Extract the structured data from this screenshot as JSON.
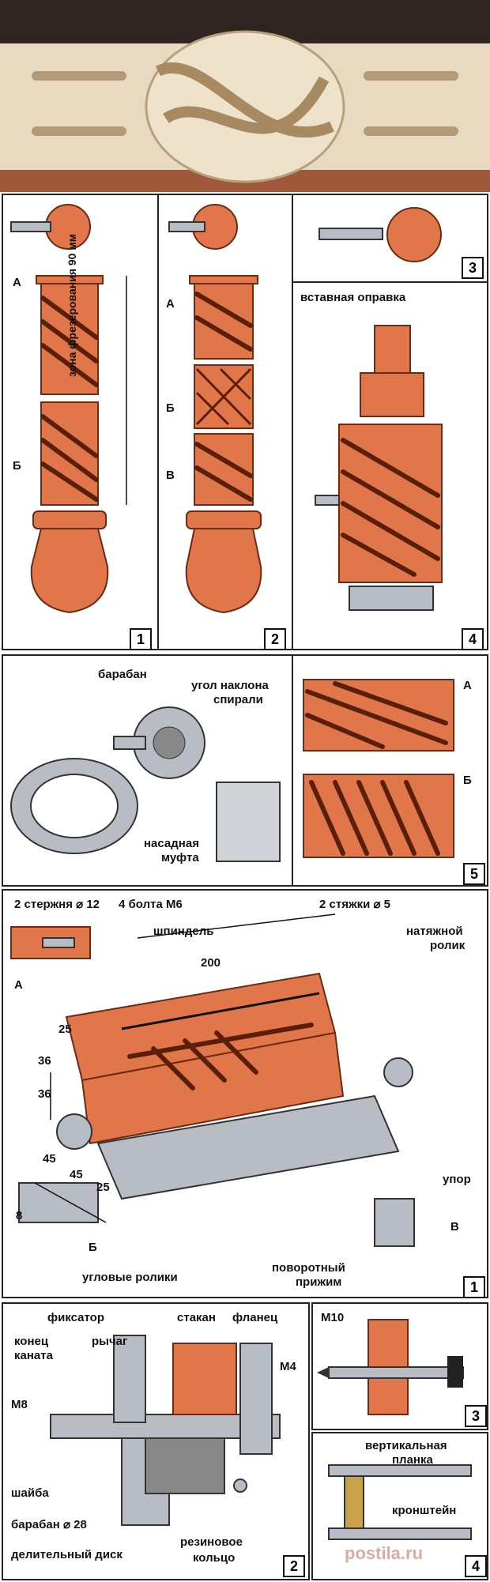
{
  "photo": {
    "caption": ""
  },
  "panel1": {
    "label_a": "А",
    "label_b": "Б",
    "zone": "зона фрезерования 90 мм",
    "num": "1"
  },
  "panel2": {
    "label_a": "А",
    "label_b": "Б",
    "label_v": "В",
    "num": "2"
  },
  "panel3": {
    "num": "3"
  },
  "panel4": {
    "title": "вставная оправка",
    "num": "4"
  },
  "panel5": {
    "baraban": "барабан",
    "ugol1": "угол наклона",
    "ugol2": "спирали",
    "nasad1": "насадная",
    "nasad2": "муфта",
    "label_a": "А",
    "label_b": "Б",
    "num": "5"
  },
  "machine": {
    "rods": "2 стержня ⌀ 12",
    "bolts": "4 болта М6",
    "ties": "2 стяжки ⌀ 5",
    "spindle": "шпиндель",
    "dim200": "200",
    "tension1": "натяжной",
    "tension2": "ролик",
    "dim25a": "25",
    "dim36a": "36",
    "dim36b": "36",
    "dim45a": "45",
    "dim45b": "45",
    "dim25b": "25",
    "dim8": "8",
    "label_a": "А",
    "label_b": "Б",
    "label_v": "В",
    "stop": "упор",
    "angle_rollers": "угловые ролики",
    "swivel1": "поворотный",
    "swivel2": "прижим",
    "num": "1"
  },
  "detail2": {
    "fixator": "фиксатор",
    "cup": "стакан",
    "flange": "фланец",
    "rope1": "конец",
    "rope2": "каната",
    "lever": "рычаг",
    "m4": "М4",
    "m8": "М8",
    "washer": "шайба",
    "drum": "барабан ⌀ 28",
    "disk": "делительный диск",
    "ring1": "резиновое",
    "ring2": "кольцо",
    "num": "2"
  },
  "detail3": {
    "m10": "М10",
    "num": "3"
  },
  "detail4": {
    "plank1": "вертикальная",
    "plank2": "планка",
    "bracket": "кронштейн",
    "num": "4"
  },
  "watermark": "postila.ru"
}
